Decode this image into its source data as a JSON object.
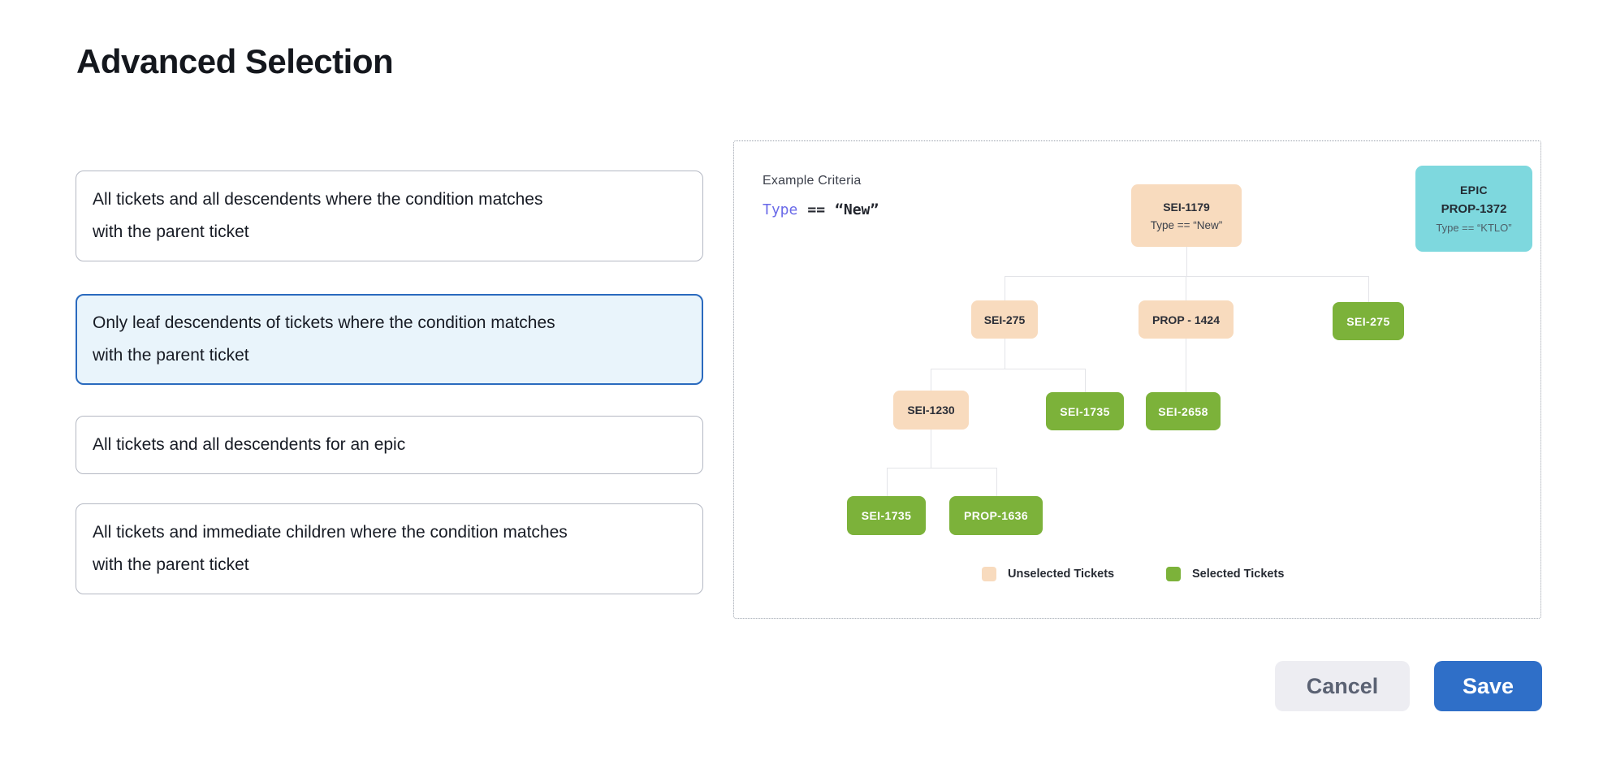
{
  "title": "Advanced Selection",
  "options": [
    {
      "label": "All tickets and all descendents where the condition matches with the parent ticket",
      "selected": false
    },
    {
      "label": "Only leaf descendents of tickets where the condition matches with the parent ticket",
      "selected": true
    },
    {
      "label": "All tickets and all descendents for an epic",
      "selected": false
    },
    {
      "label": "All tickets and immediate children where the condition matches with the parent ticket",
      "selected": false
    }
  ],
  "example_panel": {
    "heading": "Example Criteria",
    "criteria": {
      "field": "Type",
      "operator": "==",
      "value": "“New”"
    },
    "epic_card": {
      "kind": "EPIC",
      "id": "PROP-1372",
      "criteria": "Type == “KTLO”"
    },
    "tree_nodes": [
      {
        "id": "SEI-1179",
        "criteria": "Type == “New”",
        "state": "unselected"
      },
      {
        "id": "SEI-275",
        "state": "unselected"
      },
      {
        "id": "PROP - 1424",
        "state": "unselected"
      },
      {
        "id": "SEI-275",
        "state": "selected"
      },
      {
        "id": "SEI-1230",
        "state": "unselected"
      },
      {
        "id": "SEI-1735",
        "state": "selected"
      },
      {
        "id": "SEI-2658",
        "state": "selected"
      },
      {
        "id": "SEI-1735",
        "state": "selected"
      },
      {
        "id": "PROP-1636",
        "state": "selected"
      }
    ],
    "legend": [
      {
        "label": "Unselected Tickets",
        "color": "#F8DBBE"
      },
      {
        "label": "Selected Tickets",
        "color": "#7CB23A"
      }
    ]
  },
  "footer": {
    "cancel_label": "Cancel",
    "save_label": "Save"
  },
  "colors": {
    "accent_blue": "#2F6FC8",
    "selected_card_border": "#2A6ABE",
    "selected_card_bg": "#E9F4FB",
    "unselected_ticket": "#F8DBBE",
    "selected_ticket": "#7CB23A",
    "epic_ticket": "#7ED8DE",
    "criteria_field": "#6A6AE8"
  }
}
